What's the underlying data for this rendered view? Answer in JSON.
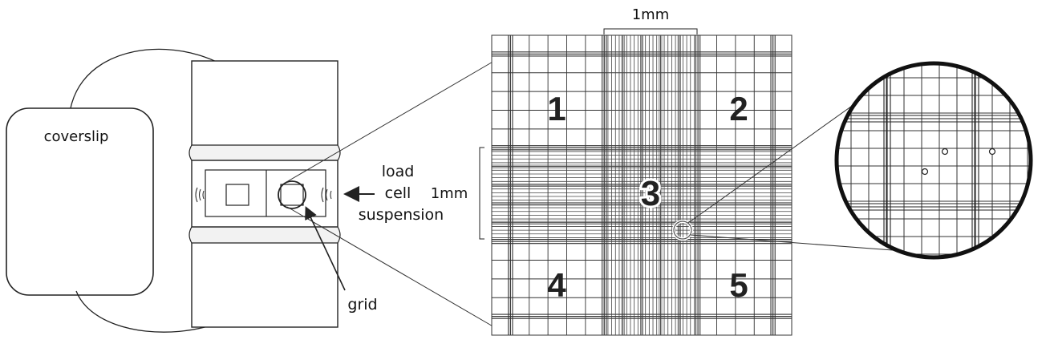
{
  "labels": {
    "coverslip": "coverslip",
    "load_line1": "load",
    "load_line2": "cell",
    "load_line3": "suspension",
    "grid": "grid",
    "scale_top": "1mm",
    "scale_left": "1mm"
  },
  "squares": [
    "1",
    "2",
    "3",
    "4",
    "5"
  ],
  "colors": {
    "line": "#222222",
    "background": "#ffffff"
  }
}
